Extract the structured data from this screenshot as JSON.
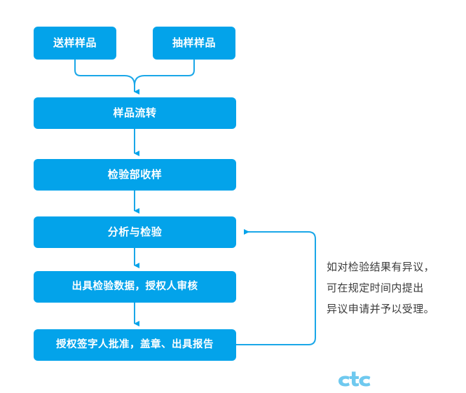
{
  "diagram": {
    "title": "Sample Testing Workflow Flowchart",
    "accent_color": "#03a3ea",
    "node_text_color": "#ffffff",
    "annotation_text_color": "#3c3c3c",
    "background_color": "#ffffff",
    "logo_color": "#6fc9ef"
  },
  "nodes": [
    {
      "id": "submit-sample",
      "label": "送样样品"
    },
    {
      "id": "sampled-sample",
      "label": "抽样样品"
    },
    {
      "id": "sample-transfer",
      "label": "样品流转"
    },
    {
      "id": "inspection-receive",
      "label": "检验部收样"
    },
    {
      "id": "analysis-test",
      "label": "分析与检验"
    },
    {
      "id": "issue-data",
      "label": "出具检验数据，授权人审核"
    },
    {
      "id": "approve-report",
      "label": "授权签字人批准，盖章、出具报告"
    }
  ],
  "annotation": {
    "lines": [
      "如对检验结果有异议，",
      "可在规定时间内提出",
      "异议申请并予以受理。"
    ],
    "full_text": "如对检验结果有异议，可在规定时间内提出异议申请并予以受理。"
  },
  "logo": {
    "name": "ctc-logo",
    "text": "ctc"
  }
}
